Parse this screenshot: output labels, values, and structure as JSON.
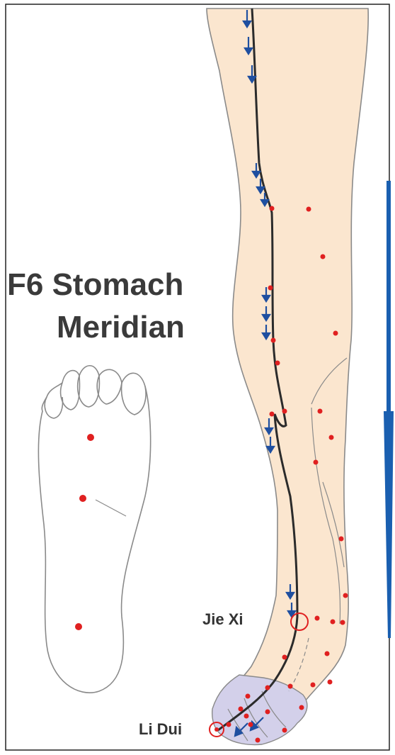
{
  "figure": {
    "title_line1": "F6 Stomach",
    "title_line2": "Meridian",
    "point_labels": {
      "jie_xi": "Jie Xi",
      "li_dui": "Li Dui"
    }
  },
  "colors": {
    "skin": "#fbe6cf",
    "toes_shade": "#d3d0ea",
    "outline": "#8a8a8a",
    "meridian_line": "#2b2b2b",
    "flow_arrow": "#1f4fa0",
    "acupoint": "#e02020",
    "highlight_circle": "#e02020",
    "side_bar": "#1a5fb0",
    "frame": "#222222"
  },
  "icons": {
    "flow_direction": "down-arrow-icon",
    "acupoint": "red-dot-icon",
    "highlighted_point": "red-circle-icon"
  }
}
